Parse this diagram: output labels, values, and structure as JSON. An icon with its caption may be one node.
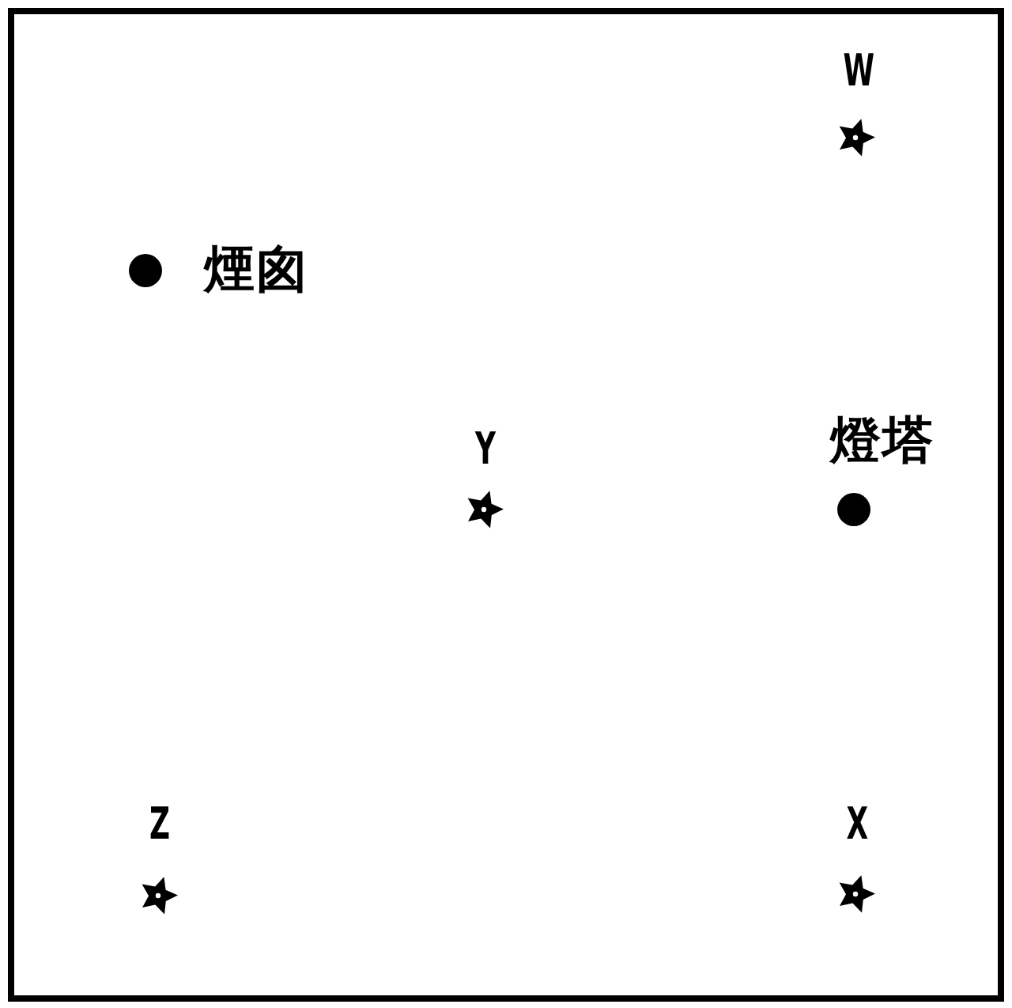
{
  "diagram": {
    "labels": [
      "W",
      "煙囪",
      "Y",
      "燈塔",
      "Z",
      "X"
    ]
  }
}
